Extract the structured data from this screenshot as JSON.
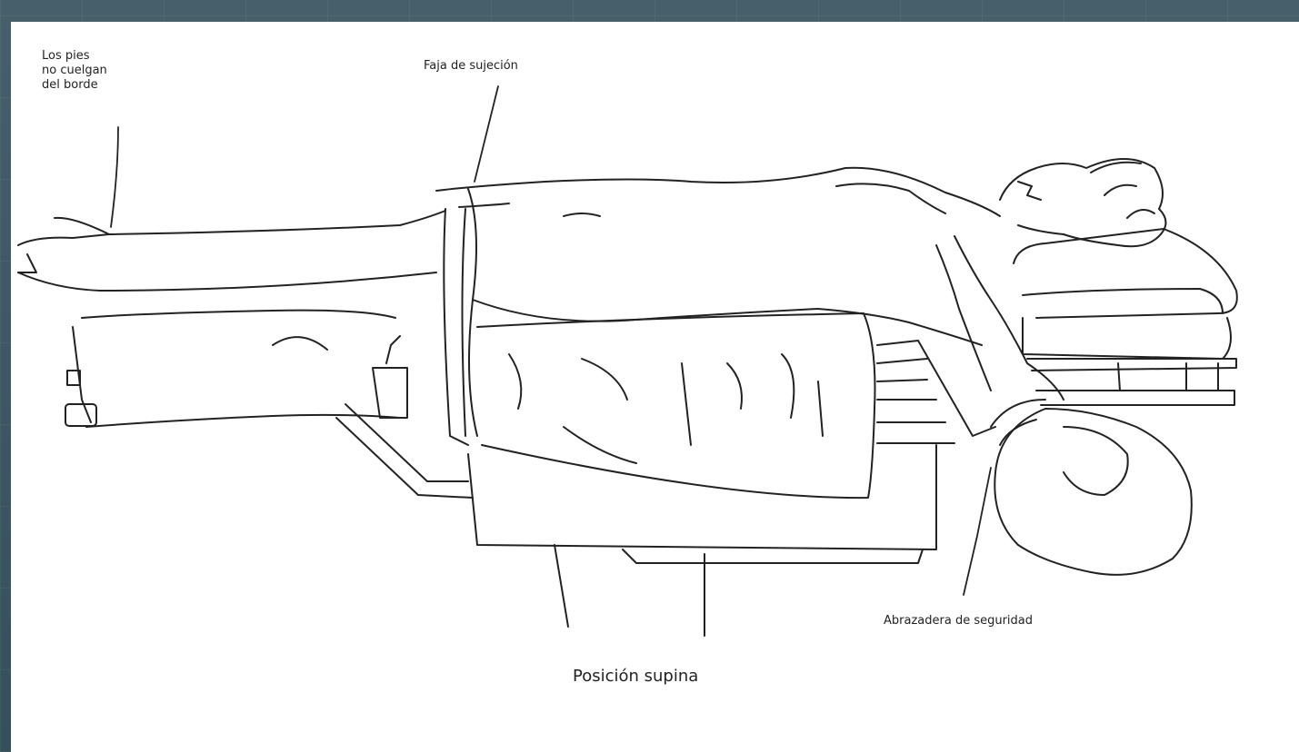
{
  "diagram": {
    "labels": {
      "feet": "Los pies\nno cuelgan\ndel borde",
      "strap": "Faja de sujeción",
      "clamp": "Abrazadera de seguridad"
    },
    "caption": "Posición supina",
    "colors": {
      "background": "#3c5560",
      "sheet": "#ffffff",
      "ink": "#222222"
    }
  }
}
